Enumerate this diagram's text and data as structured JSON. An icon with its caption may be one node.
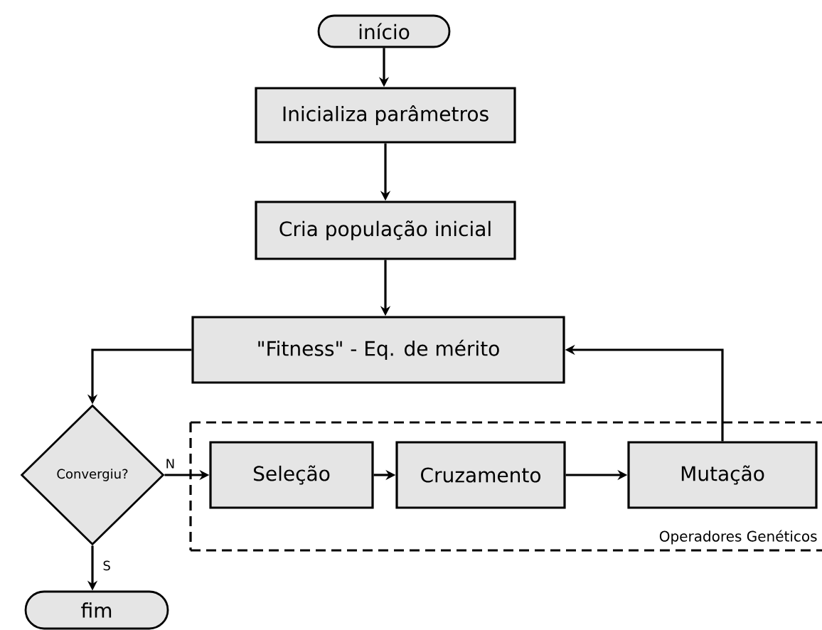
{
  "diagram": {
    "nodes": [
      {
        "text": [
          "início"
        ]
      },
      {
        "text": [
          "Inicializa parâmetros"
        ]
      },
      {
        "text": [
          "Cria população inicial"
        ]
      },
      {
        "text": [
          "\"Fitness\" - Eq. de mérito"
        ]
      },
      {
        "text": [
          "Convergiu?"
        ]
      },
      {
        "text": [
          "Operadores Genéticos"
        ]
      },
      {
        "text": [
          "Seleção"
        ],
        "in": 5
      },
      {
        "text": [
          "Cruzamento"
        ],
        "in": 5
      },
      {
        "text": [
          "Mutação"
        ],
        "in": 5
      },
      {
        "text": [
          "fim"
        ]
      }
    ],
    "edges": [
      {
        "from": 0,
        "to": 1,
        "arrow": "to"
      },
      {
        "from": 1,
        "to": 2,
        "arrow": "to"
      },
      {
        "from": 2,
        "to": 3,
        "arrow": "to"
      },
      {
        "from": 3,
        "to": 4,
        "arrow": "to"
      },
      {
        "from": 4,
        "to": 6,
        "arrow": "to",
        "label": "N"
      },
      {
        "from": 6,
        "to": 7,
        "arrow": "to"
      },
      {
        "from": 7,
        "to": 8,
        "arrow": "to"
      },
      {
        "from": 8,
        "to": 3,
        "arrow": "to"
      },
      {
        "from": 4,
        "to": 9,
        "arrow": "to",
        "label": "S"
      }
    ]
  }
}
